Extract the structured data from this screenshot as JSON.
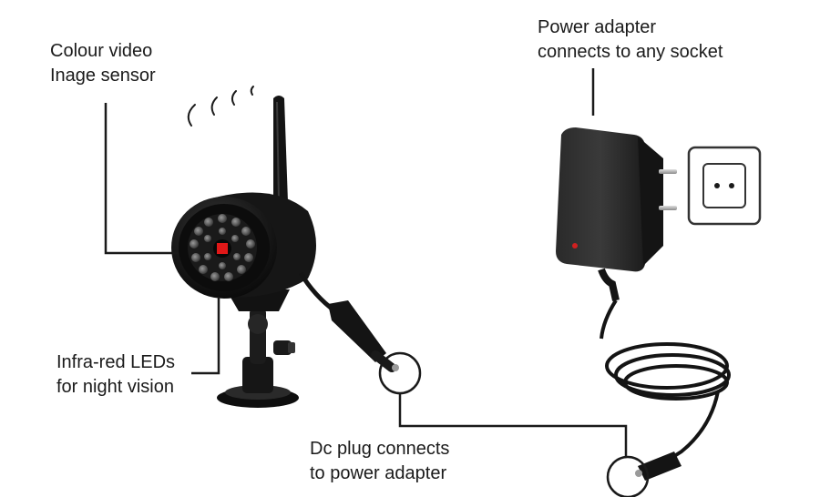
{
  "labels": {
    "sensor": {
      "line1": "Colour video",
      "line2": "Inage sensor"
    },
    "leds": {
      "line1": "Infra-red LEDs",
      "line2": "for night vision"
    },
    "adapter": {
      "line1": "Power adapter",
      "line2": "connects to any socket"
    },
    "dc_plug": {
      "line1": "Dc plug connects",
      "line2": "to power adapter"
    }
  },
  "colors": {
    "leader_line": "#1a1a1a",
    "camera_body": "#141414",
    "status_led": "#d02020",
    "sensor_center": "#e01818",
    "socket_outline": "#333333"
  },
  "icons": {
    "wireless_signal": "wireless-signal-icon",
    "wall_socket": "wall-socket-icon"
  }
}
